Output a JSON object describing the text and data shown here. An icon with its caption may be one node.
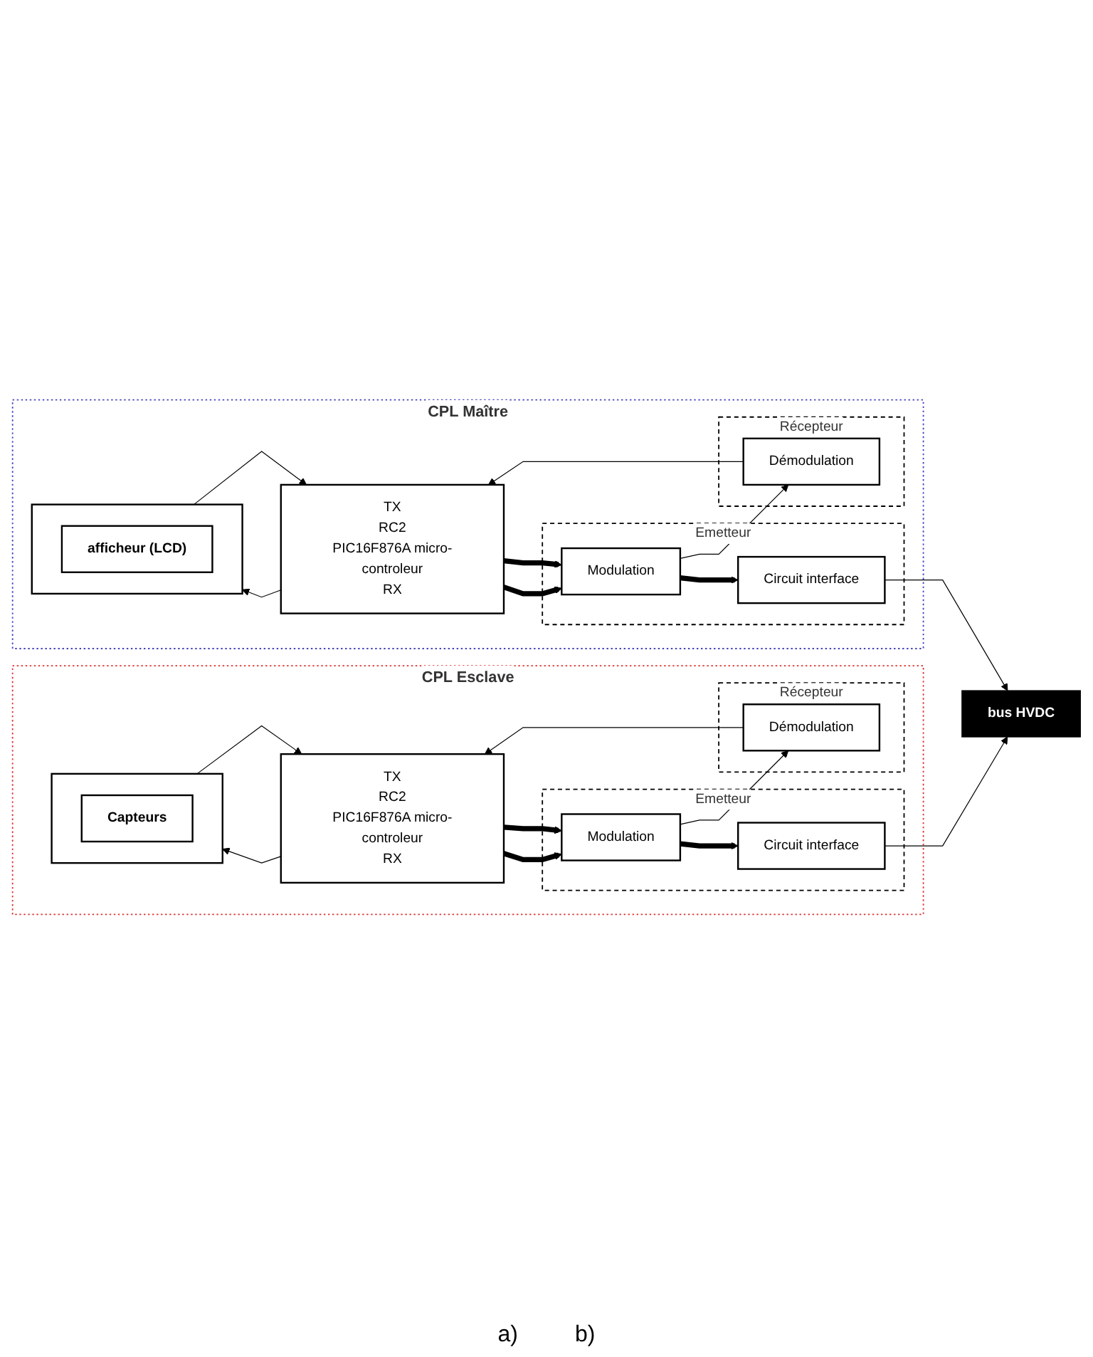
{
  "diagram": {
    "nodes": [
      {
        "text": [
          "CPL Maître"
        ]
      },
      {
        "text": [],
        "shape": "box",
        "in": 0
      },
      {
        "text": [
          "afficheur (LCD)"
        ],
        "in": 1
      },
      {
        "text": [
          "TX",
          "RC2",
          "PIC16F876A micro-controleur",
          "RX"
        ],
        "in": 0
      },
      {
        "text": [
          "Emetteur"
        ],
        "in": 0
      },
      {
        "text": [
          "Modulation"
        ],
        "in": 4
      },
      {
        "text": [
          "Circuit interface"
        ],
        "in": 4
      },
      {
        "text": [
          "Récepteur"
        ],
        "in": 0
      },
      {
        "text": [
          "Démodulation"
        ],
        "in": 7
      },
      {
        "text": [
          "CPL Esclave"
        ]
      },
      {
        "text": [],
        "shape": "box",
        "in": 9
      },
      {
        "text": [
          "Capteurs"
        ],
        "in": 10
      },
      {
        "text": [
          "TX",
          "RC2",
          "PIC16F876A micro-controleur",
          "RX"
        ],
        "in": 9
      },
      {
        "text": [
          "Emetteur"
        ],
        "in": 9
      },
      {
        "text": [
          "Modulation"
        ],
        "in": 13
      },
      {
        "text": [
          "Circuit interface"
        ],
        "in": 13
      },
      {
        "text": [
          "Récepteur"
        ],
        "in": 9
      },
      {
        "text": [
          "Démodulation"
        ],
        "in": 16
      },
      {
        "text": [
          "bus HVDC"
        ]
      }
    ],
    "edges": [
      {
        "from": 3,
        "to": 1,
        "arrow": "to"
      },
      {
        "from": 1,
        "to": 3,
        "arrow": "to"
      },
      {
        "from": 3,
        "to": 5,
        "arrow": "to",
        "style": "thick"
      },
      {
        "from": 3,
        "to": 5,
        "arrow": "to",
        "style": "thick"
      },
      {
        "from": 5,
        "to": 6,
        "arrow": "to",
        "style": "thick"
      },
      {
        "from": 5,
        "to": 8,
        "arrow": "to"
      },
      {
        "from": 8,
        "to": 3,
        "arrow": "to"
      },
      {
        "from": 6,
        "to": 18,
        "arrow": "to"
      },
      {
        "from": 12,
        "to": 10,
        "arrow": "to"
      },
      {
        "from": 10,
        "to": 12,
        "arrow": "to"
      },
      {
        "from": 12,
        "to": 14,
        "arrow": "to",
        "style": "thick"
      },
      {
        "from": 12,
        "to": 14,
        "arrow": "to",
        "style": "thick"
      },
      {
        "from": 14,
        "to": 15,
        "arrow": "to",
        "style": "thick"
      },
      {
        "from": 14,
        "to": 17,
        "arrow": "to"
      },
      {
        "from": 17,
        "to": 12,
        "arrow": "to"
      },
      {
        "from": 15,
        "to": 18,
        "arrow": "to"
      }
    ],
    "labels": [
      "a)",
      "b)"
    ]
  }
}
